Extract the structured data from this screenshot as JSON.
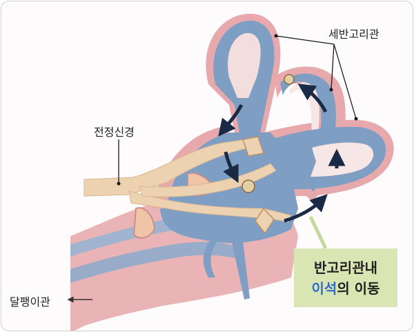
{
  "labels": {
    "semicircular_canals": "세반고리관",
    "vestibular_nerve": "전정신경",
    "eustachian_tube": "달팽이관"
  },
  "callout": {
    "line1": "반고리관내",
    "line2_highlight": "이석",
    "line2_rest": "의 이동"
  },
  "colors": {
    "tissue_pink": "#e8a9ad",
    "fluid_blue": "#7f9ec4",
    "nerve_beige": "#ecd2b0",
    "callout_bg": "#d9e6b4",
    "highlight_blue": "#2e6bd0"
  }
}
